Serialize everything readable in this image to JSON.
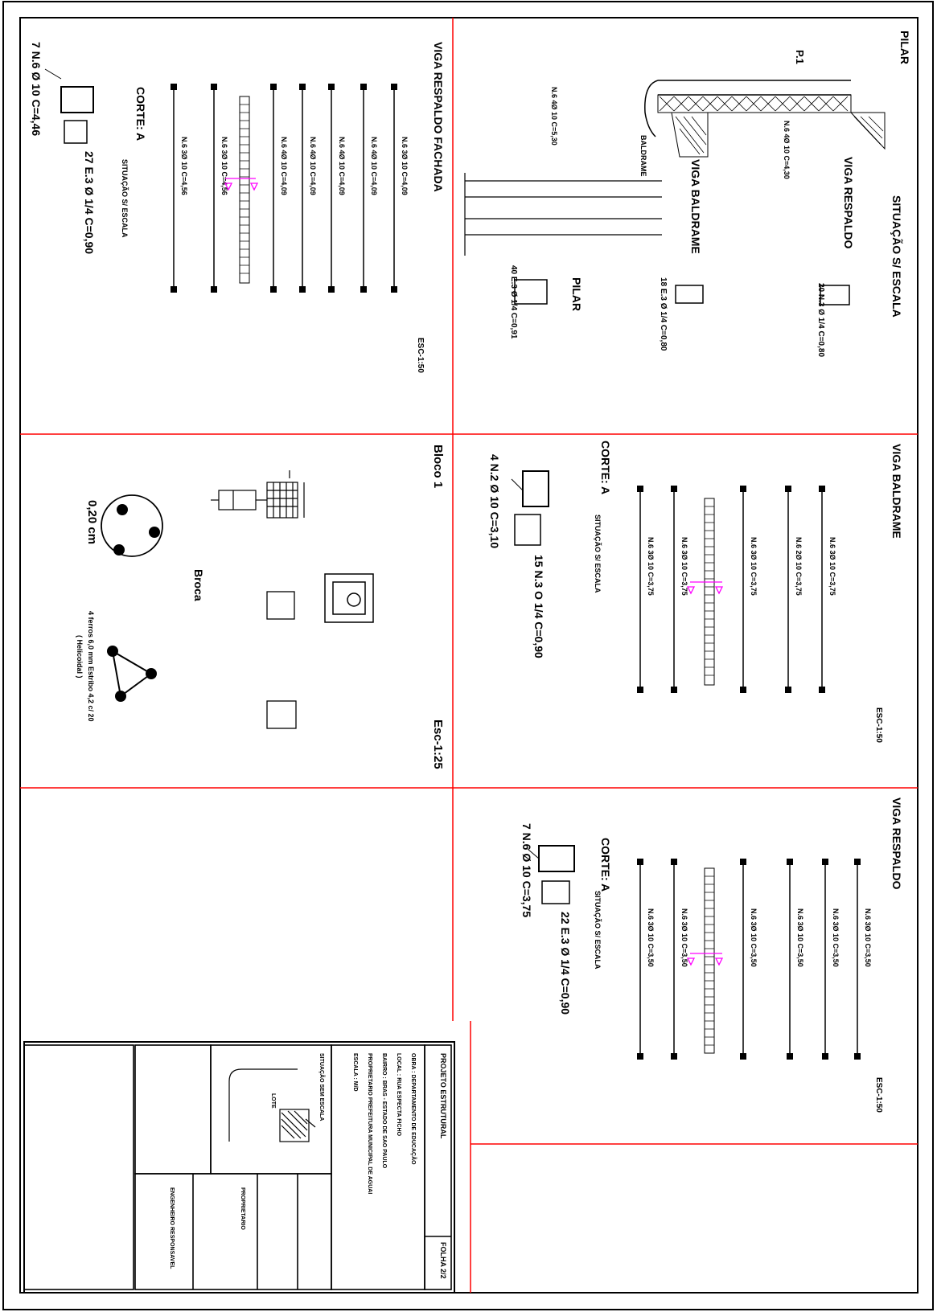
{
  "colors": {
    "grid_line": "#ff0000",
    "ink": "#000000",
    "weld_marker": "#ff00ff"
  },
  "pilar_panel": {
    "title": "PILAR",
    "pilar_label": "P.1",
    "bar_label_1": "N.6 4Ø 10 C=4,30",
    "bar_label_2": "N.6 4Ø 10 C=5,30",
    "viga_respaldo": "VIGA RESPALDO",
    "viga_baldrame": "VIGA BALDRAME",
    "baldrame_tag": "BALDRAME",
    "situacao": "SITUAÇÃO S/ ESCALA",
    "stirrup_1": "20 N.3 Ø 1/4 C=0,80",
    "stirrup_2": "18 E.3 Ø 1/4 C=0,80",
    "pilar_section_title": "PILAR",
    "pilar_stirrup": "40 E.3 Ø 1/4 C=0,91"
  },
  "viga_respaldo_fachada": {
    "title": "VIGA RESPALDO FACHADA",
    "scale": "ESC-1:50",
    "bars": [
      "N.6 3Ø 10 C=4,09",
      "N.6 4Ø 10 C=4,09",
      "N.6 4Ø 10 C=4,09",
      "N.6 4Ø 10 C=4,09",
      "N.6 4Ø 10 C=4,09",
      "N.6 3Ø 10 C=4,56",
      "N.6 3Ø 10 C=4,56"
    ],
    "corte": "CORTE: A",
    "situacao": "SITUAÇÃO S/ ESCALA",
    "long_bars": "7 N.6 Ø 10 C=4,46",
    "stirrups": "27 E.3 Ø 1/4 C=0,90"
  },
  "viga_baldrame": {
    "title": "VIGA BALDRAME",
    "scale": "ESC-1:50",
    "bars": [
      "N.6 3Ø 10 C=3,75",
      "N.6 2Ø 10 C=3,75",
      "N.6 3Ø 10 C=3,75",
      "N.6 3Ø 10 C=3,75",
      "N.6 3Ø 10 C=3,75"
    ],
    "corte": "CORTE: A",
    "situacao": "SITUAÇÃO S/ ESCALA",
    "long_bars": "4 N.2 Ø 10 C=3,10",
    "stirrups": "15 N.3 O 1/4 C=0,90"
  },
  "bloco": {
    "title": "Bloco 1",
    "scale": "Esc-1:25",
    "broca_label": "Broca",
    "diameter": "0,20 cm",
    "note_1": "4 ferros 6,0 mm Estribo 4,2 c/ 20",
    "note_2": "( Helicoidal )"
  },
  "viga_respaldo": {
    "title": "VIGA RESPALDO",
    "scale": "ESC-1:50",
    "bars": [
      "N.6 3Ø 10 C=3,50",
      "N.6 3Ø 10 C=3,50",
      "N.6 3Ø 10 C=3,50",
      "N.6 3Ø 10 C=3,50",
      "N.6 3Ø 10 C=3,50",
      "N.6 3Ø 10 C=3,50"
    ],
    "corte": "CORTE: A",
    "situacao": "SITUAÇÃO S/ ESCALA",
    "long_bars": "7 N.6 Ø 10 C=3,75",
    "stirrups": "22 E.3 Ø 1/4 C=0,90"
  },
  "title_block": {
    "project": "PROJETO ESTRUTURAL",
    "sheet": "FOLHA 2/2",
    "row_1": "OBRA : DEPARTAMENTO DE EDUCAÇÃO",
    "row_2": "LOCAL : RUA ESPECTA FICHO",
    "row_3": "BAIRRO : BRAS - ESTADO DE SAO PAULO",
    "row_4": "PROPRIETARIO PREFEITURA MUNICIPAL DE AGUAI",
    "row_5": "ESCALA : M/D",
    "situacao": "SITUAÇÃO SEM ESCALA",
    "lote": "LOTE",
    "engineer": "ENGENHEIRO RESPONSAVEL",
    "owner": "PROPRIETARIO"
  }
}
